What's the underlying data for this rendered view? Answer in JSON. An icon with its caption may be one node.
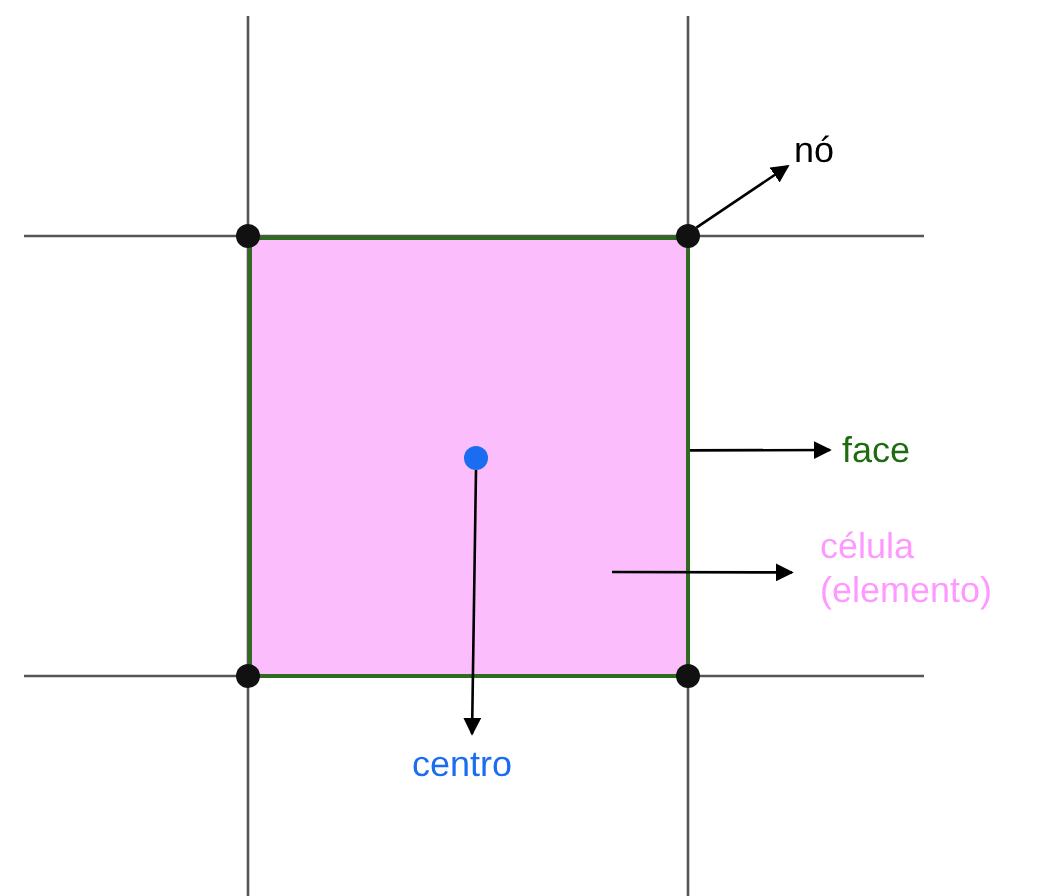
{
  "diagram": {
    "nodes": [
      {
        "text": [],
        "shape": "box"
      },
      {
        "text": [],
        "shape": "circle"
      },
      {
        "text": [],
        "shape": "circle"
      },
      {
        "text": [],
        "shape": "circle"
      },
      {
        "text": [],
        "shape": "circle"
      },
      {
        "text": [],
        "shape": "circle",
        "in": 0
      },
      {
        "text": [
          "nó"
        ]
      },
      {
        "text": [
          "face"
        ]
      },
      {
        "text": [
          "célula (elemento)"
        ]
      },
      {
        "text": [
          "centro"
        ]
      }
    ],
    "edges": [
      {
        "from": 2,
        "to": 6,
        "arrow": "to"
      },
      {
        "from": 0,
        "to": 7,
        "arrow": "to"
      },
      {
        "from": null,
        "to": 8,
        "arrow": "to"
      },
      {
        "from": 5,
        "to": 9,
        "arrow": "to"
      }
    ]
  }
}
